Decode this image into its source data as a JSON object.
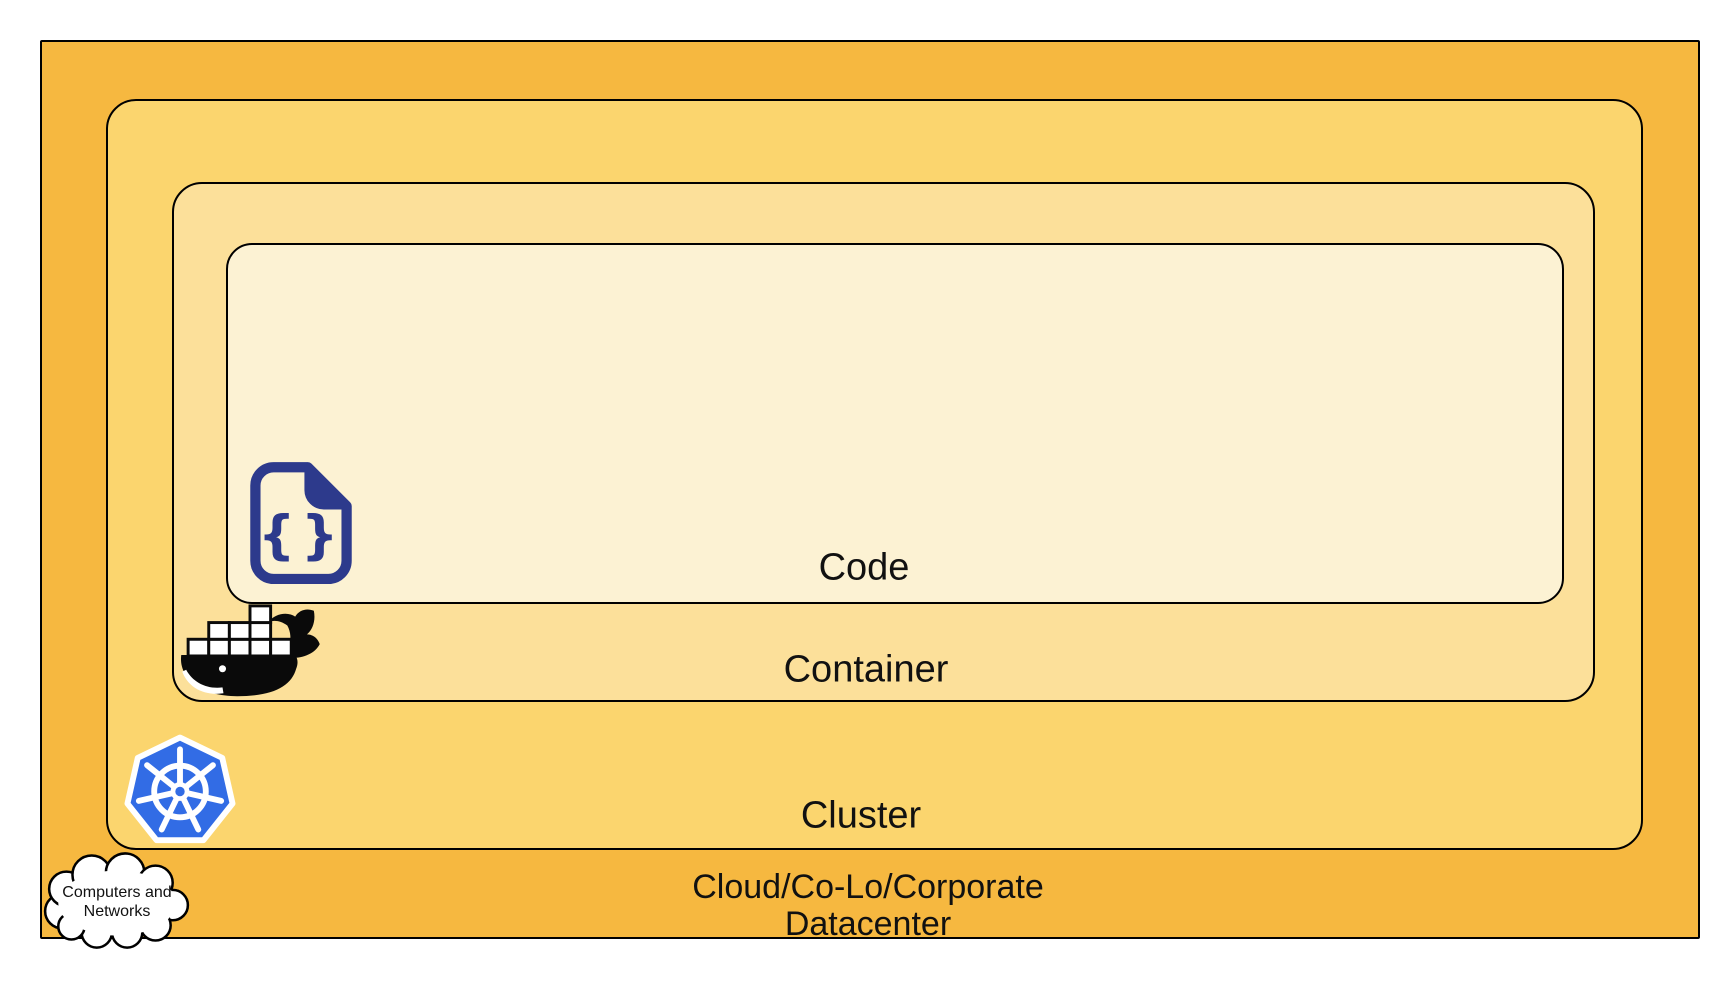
{
  "diagram": {
    "layers": [
      {
        "id": "code",
        "label": "Code"
      },
      {
        "id": "container",
        "label": "Container"
      },
      {
        "id": "cluster",
        "label": "Cluster"
      },
      {
        "id": "datacenter",
        "label_line1": "Cloud/Co-Lo/Corporate",
        "label_line2": "Datacenter"
      }
    ],
    "cloud_callout": {
      "line1": "Computers and",
      "line2": "Networks"
    },
    "code_icon_glyph": "{}",
    "icons": [
      "code-file-icon",
      "docker-whale-icon",
      "kubernetes-helm-icon",
      "cloud-icon"
    ]
  },
  "colors": {
    "datacenter-bg": "#F6B840",
    "cluster-bg": "#FBD56E",
    "container-bg": "#FCE09A",
    "code-bg": "#FCF2D3",
    "box-border": "#000000",
    "label-text": "#111111",
    "kubernetes-blue": "#326CE5",
    "docker-black": "#0A0A0A",
    "code-icon-blue": "#2D3A8C",
    "cloud-white": "#FFFFFF"
  }
}
